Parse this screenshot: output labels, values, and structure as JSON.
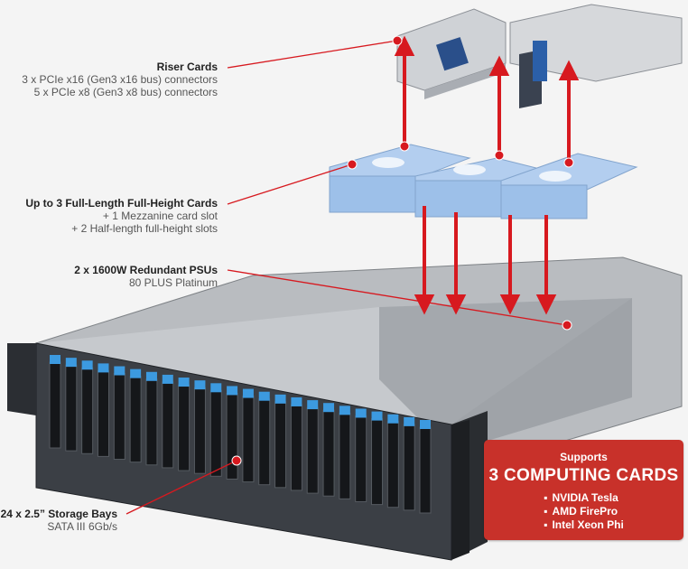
{
  "labels": {
    "riser": {
      "title": "Riser Cards",
      "lines": [
        "3 x PCIe x16 (Gen3 x16 bus) connectors",
        "5 x PCIe x8 (Gen3 x8 bus) connectors"
      ]
    },
    "cards": {
      "title": "Up to 3 Full-Length Full-Height Cards",
      "lines": [
        "+ 1 Mezzanine card slot",
        "+ 2 Half-length full-height slots"
      ]
    },
    "psu": {
      "title": "2 x 1600W Redundant PSUs",
      "lines": [
        "80 PLUS Platinum"
      ]
    },
    "storage": {
      "title": "24 x 2.5” Storage Bays",
      "lines": [
        "SATA III 6Gb/s"
      ]
    }
  },
  "callout": {
    "top": "Supports",
    "headline": "3 COMPUTING CARDS",
    "items": [
      "NVIDIA Tesla",
      "AMD FirePro",
      "Intel Xeon Phi"
    ]
  },
  "colors": {
    "accent": "#d7191f",
    "callout_bg": "#c8312a",
    "card_blue": "#8fb8e8",
    "bay_blue": "#3c9ae0"
  }
}
